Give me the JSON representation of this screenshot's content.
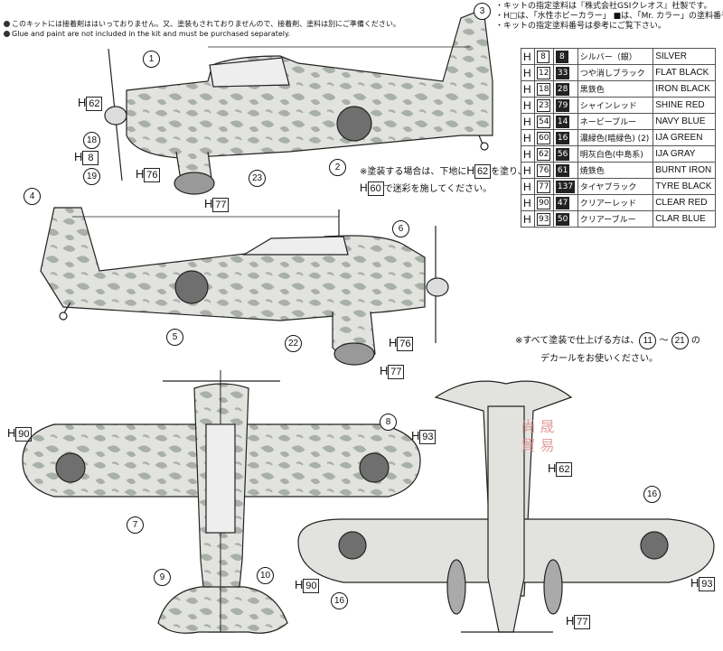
{
  "notes": {
    "glue_jp": "このキットには接着剤ははいっておりません。又、塗装もされておりませんので、接着剤、塗料は別にご準備ください。",
    "glue_en": "Glue and paint are not included in the kit and must be purchased separately."
  },
  "paint_info": [
    "・キットの指定塗料は『株式会社GSIクレオス』社製です。",
    "・H□は、「水性ホビーカラー」 ■は、「Mr. カラー」の塗料番号です。",
    "・キットの指定塗料番号は参考にご覧下さい。"
  ],
  "paints": [
    {
      "h": "8",
      "mr": "8",
      "jp": "シルバー（銀）",
      "en": "SILVER"
    },
    {
      "h": "12",
      "mr": "33",
      "jp": "つや消しブラック",
      "en": "FLAT BLACK"
    },
    {
      "h": "18",
      "mr": "28",
      "jp": "黒鉄色",
      "en": "IRON BLACK"
    },
    {
      "h": "23",
      "mr": "79",
      "jp": "シャインレッド",
      "en": "SHINE RED"
    },
    {
      "h": "54",
      "mr": "14",
      "jp": "ネービーブルー",
      "en": "NAVY BLUE"
    },
    {
      "h": "60",
      "mr": "16",
      "jp": "濃緑色(暗緑色) (2)",
      "en": "IJA GREEN"
    },
    {
      "h": "62",
      "mr": "56",
      "jp": "明灰白色(中島系)",
      "en": "IJA GRAY"
    },
    {
      "h": "76",
      "mr": "61",
      "jp": "焼鉄色",
      "en": "BURNT IRON"
    },
    {
      "h": "77",
      "mr": "137",
      "jp": "タイヤブラック",
      "en": "TYRE BLACK"
    },
    {
      "h": "90",
      "mr": "47",
      "jp": "クリアーレッド",
      "en": "CLEAR RED"
    },
    {
      "h": "93",
      "mr": "50",
      "jp": "クリアーブルー",
      "en": "CLAR BLUE"
    }
  ],
  "paint_note": {
    "pre": "※塗装する場合は、下地に",
    "code1": "62",
    "mid": "を塗り、",
    "code2": "60",
    "post": "で迷彩を施してください。"
  },
  "decal_note": {
    "pre": "※すべて塗装で仕上げる方は、",
    "from": "11",
    "sep": "～",
    "to": "21",
    "post1": "の",
    "post2": "デカールをお使いください。"
  },
  "h_prefix": "H",
  "h_labels": {
    "a": "62",
    "b": "8",
    "c": "76",
    "d": "77",
    "e": "76",
    "f": "77",
    "g": "90",
    "h": "93",
    "i": "62",
    "j": "90",
    "k": "93",
    "l": "77"
  },
  "callouts": {
    "n1": "1",
    "n3": "3",
    "n18": "18",
    "n19": "19",
    "n23": "23",
    "n2": "2",
    "n4": "4",
    "n6": "6",
    "n5": "5",
    "n22": "22",
    "n8": "8",
    "n7": "7",
    "n9": "9",
    "n10": "10",
    "n16a": "16",
    "n16b": "16"
  },
  "stamp": [
    "尚",
    "晟",
    "貿",
    "易"
  ],
  "colors": {
    "camo_green": "#a9b0aa",
    "base_gray": "#e2e2de",
    "hinomaru": "#6f6f6f",
    "line": "#222222"
  }
}
